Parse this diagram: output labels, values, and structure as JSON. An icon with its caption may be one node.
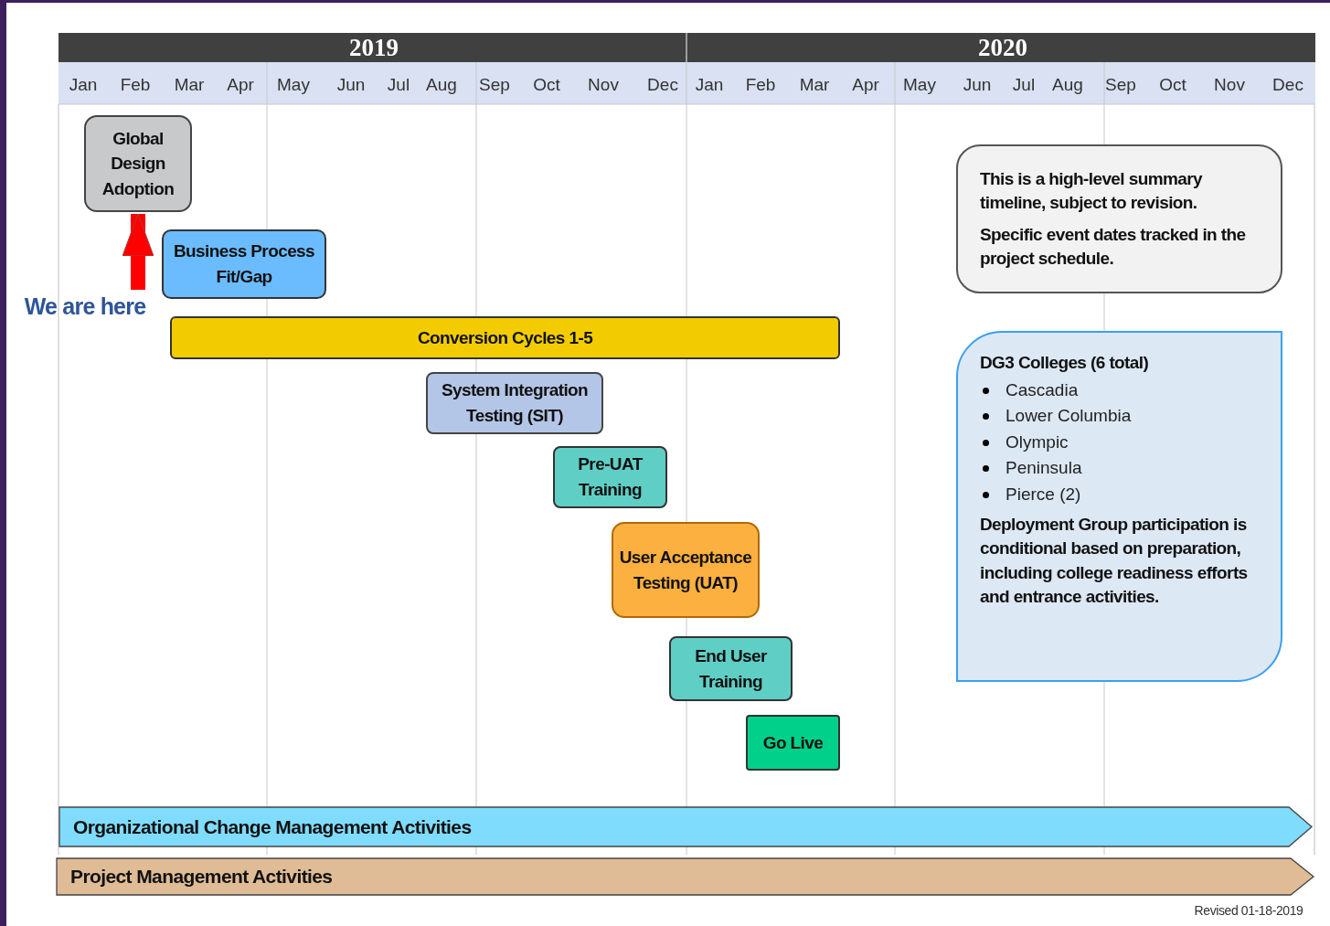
{
  "diagram": {
    "nodes": [
      {
        "text": [
          "Global Design Adoption"
        ]
      },
      {
        "text": [
          "Business Process Fit/Gap"
        ]
      },
      {
        "text": [
          "Conversion Cycles 1-5"
        ]
      },
      {
        "text": [
          "System Integration Testing (SIT)"
        ]
      },
      {
        "text": [
          "Pre-UAT Training"
        ]
      },
      {
        "text": [
          "User Acceptance Testing (UAT)"
        ]
      },
      {
        "text": [
          "End User Training"
        ]
      },
      {
        "text": [
          "Go Live"
        ]
      },
      {
        "text": [
          "This is a high-level summary timeline, subject to revision.",
          "Specific event dates tracked in the project schedule."
        ]
      },
      {
        "text": [
          "DG3 Colleges (6 total)",
          "Cascadia",
          "Lower Columbia",
          "Olympic",
          "Peninsula",
          "Pierce (2)",
          "Deployment Group participation is conditional based on preparation, including college readiness efforts and entrance activities."
        ]
      },
      {
        "text": [
          "Organizational Change Management Activities"
        ]
      },
      {
        "text": [
          "Project Management Activities"
        ]
      },
      {
        "text": [
          "We are here"
        ]
      }
    ],
    "edges": [
      {
        "from": 12,
        "to": 0,
        "arrow": "to",
        "color": "#ff0000"
      }
    ],
    "labels": [
      "2019",
      "2020",
      "Jan",
      "Feb",
      "Mar",
      "Apr",
      "May",
      "Jun",
      "Jul",
      "Aug",
      "Sep",
      "Oct",
      "Nov",
      "Dec",
      "Jan",
      "Feb",
      "Mar",
      "Apr",
      "May",
      "Jun",
      "Jul",
      "Aug",
      "Sep",
      "Oct",
      "Nov",
      "Dec",
      "Revised 01-18-2019"
    ]
  }
}
